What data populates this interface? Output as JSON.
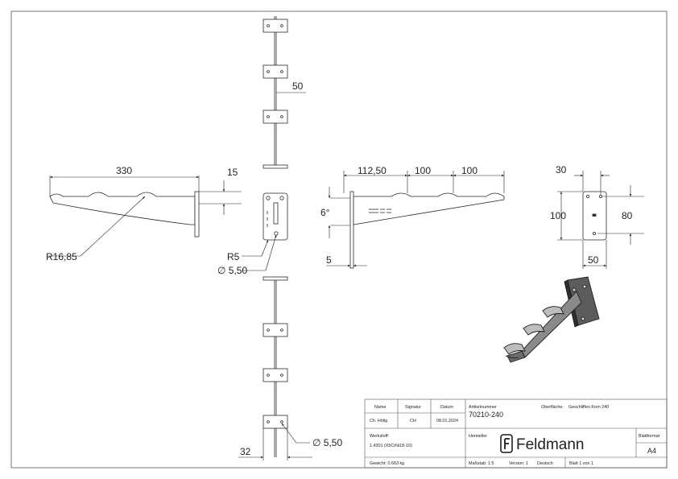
{
  "dimensions": {
    "length_330": "330",
    "thickness_15": "15",
    "radius_r1685": "R16,85",
    "width_50_top": "50",
    "radius_r5": "R5",
    "hole_dia_550": "∅ 5,50",
    "spacing_11250": "112,50",
    "spacing_100_a": "100",
    "spacing_100_b": "100",
    "angle_6": "6°",
    "thickness_5": "5",
    "plate_30": "30",
    "plate_100": "100",
    "plate_80": "80",
    "plate_50": "50",
    "width_32": "32",
    "hole_dia_550_bottom": "∅ 5,50"
  },
  "title_block": {
    "h_name": "Name",
    "h_signatur": "Signatur",
    "h_datum": "Datum",
    "name": "Ch. Hölig",
    "signatur": "CH",
    "datum": "08.01.2024",
    "artikelnummer_label": "Artikelnummer",
    "artikelnummer": "70210-240",
    "oberflaeche_label": "Oberfläche:",
    "oberflaeche": "Geschliffen Korn 240",
    "werkstoff_label": "Werkstoff:",
    "werkstoff": "1.4301 (X5CrNi18-10)",
    "hersteller_label": "Hersteller",
    "brand": "Feldmann",
    "blattformat_label": "Blattformat",
    "blattformat": "A4",
    "gewicht": "Gewicht: 0.663 kg",
    "massstab": "Maßstab: 1:5",
    "version": "Version: 1",
    "sprache": "Deutsch",
    "blatt": "Blatt 1 von 1"
  },
  "colors": {
    "line": "#2a2a2a",
    "border": "#555555",
    "brand": "#1d1d1b"
  }
}
